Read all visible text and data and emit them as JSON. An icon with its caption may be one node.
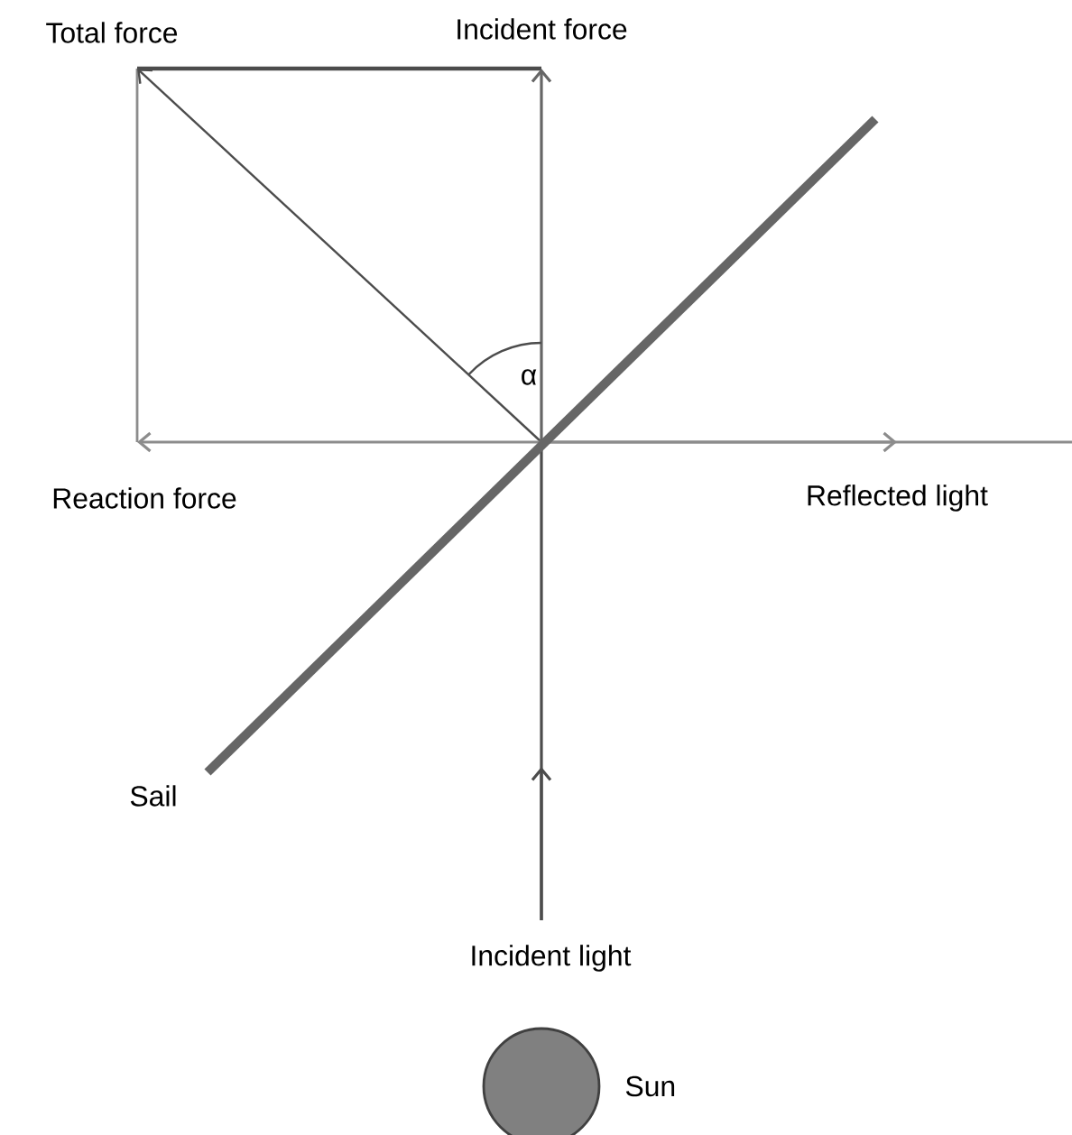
{
  "diagram": {
    "nodes": [
      {
        "text": [],
        "shape": "circle",
        "beside": [
          "Sun"
        ]
      }
    ],
    "labels": [
      "Total force",
      "Incident force",
      "α",
      "Reaction force",
      "Reflected light",
      "Sail",
      "Incident light"
    ]
  }
}
